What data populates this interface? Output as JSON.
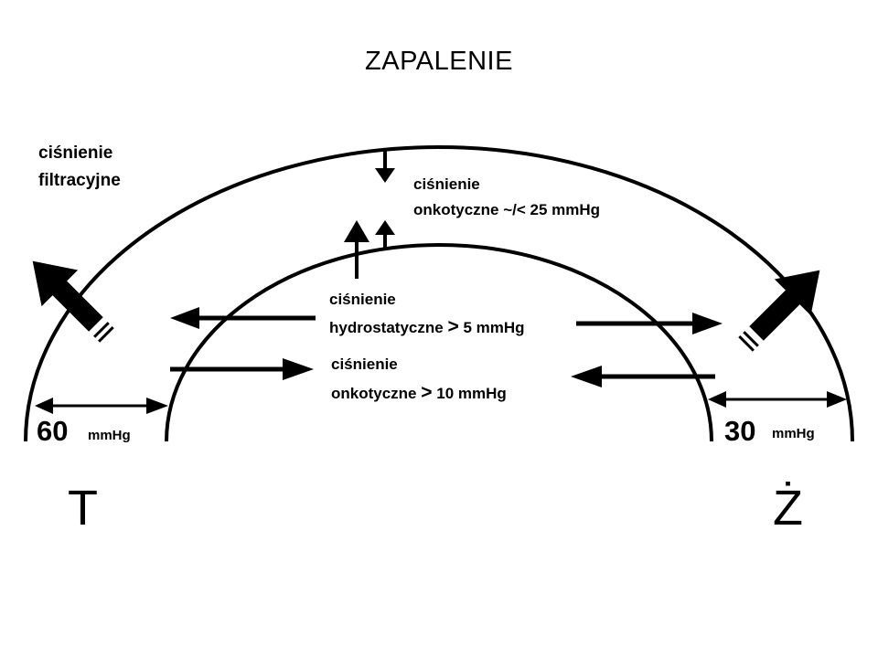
{
  "title": "ZAPALENIE",
  "filtration": {
    "line1": "ciśnienie",
    "line2": "filtracyjne"
  },
  "oncotic_top": {
    "line1": "ciśnienie",
    "line2": "onkotyczne ~/< 25 mmHg"
  },
  "hydrostatic": {
    "line1": "ciśnienie",
    "line2a": "hydrostatyczne",
    "op": ">",
    "line2b": "5 mmHg"
  },
  "oncotic_inner": {
    "line1": "ciśnienie",
    "line2a": "onkotyczne",
    "op": ">",
    "line2b": "10 mmHg"
  },
  "left_value": {
    "number": "60",
    "unit": "mmHg"
  },
  "right_value": {
    "number": "30",
    "unit": "mmHg"
  },
  "left_end": "T",
  "right_end": "Ż",
  "colors": {
    "ink": "#000000",
    "background": "#ffffff"
  }
}
